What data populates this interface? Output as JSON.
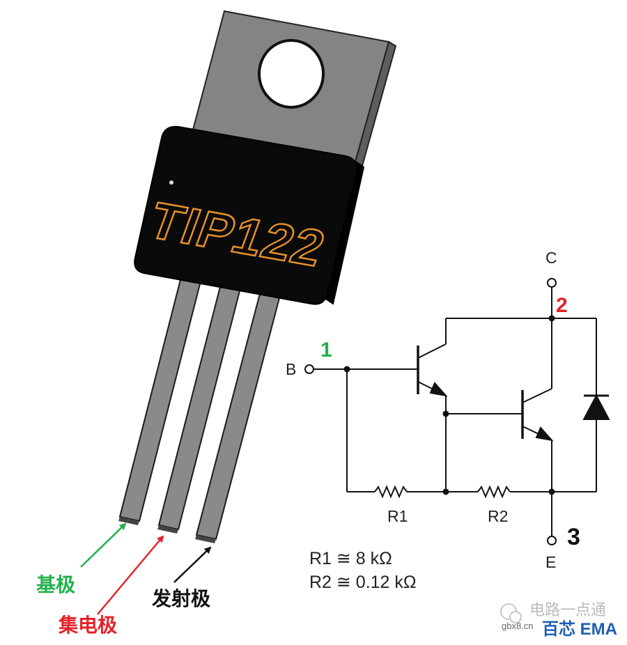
{
  "package": {
    "marking": "TIP122",
    "body_color": "#0a0a0a",
    "tab_color": "#848484",
    "lead_color": "#8a8a8a",
    "marking_color": "#e8922a"
  },
  "labels": {
    "base_cn": "基极",
    "collector_cn": "集电极",
    "emitter_cn": "发射极",
    "base_color": "#22b04a",
    "collector_color": "#e32227",
    "emitter_color": "#111111"
  },
  "schematic": {
    "pin_b": "B",
    "pin_c": "C",
    "pin_e": "E",
    "num_base": "1",
    "num_collector": "2",
    "num_emitter": "3",
    "r1_label": "R1",
    "r2_label": "R2",
    "r1_value": "R1 ≅ 8 kΩ",
    "r2_value": "R2 ≅ 0.12 kΩ"
  },
  "watermark": {
    "text": "电路一点通",
    "site": "gbx8.cn",
    "brand": "百芯 EMA",
    "brand_color": "#1f5fb0"
  }
}
